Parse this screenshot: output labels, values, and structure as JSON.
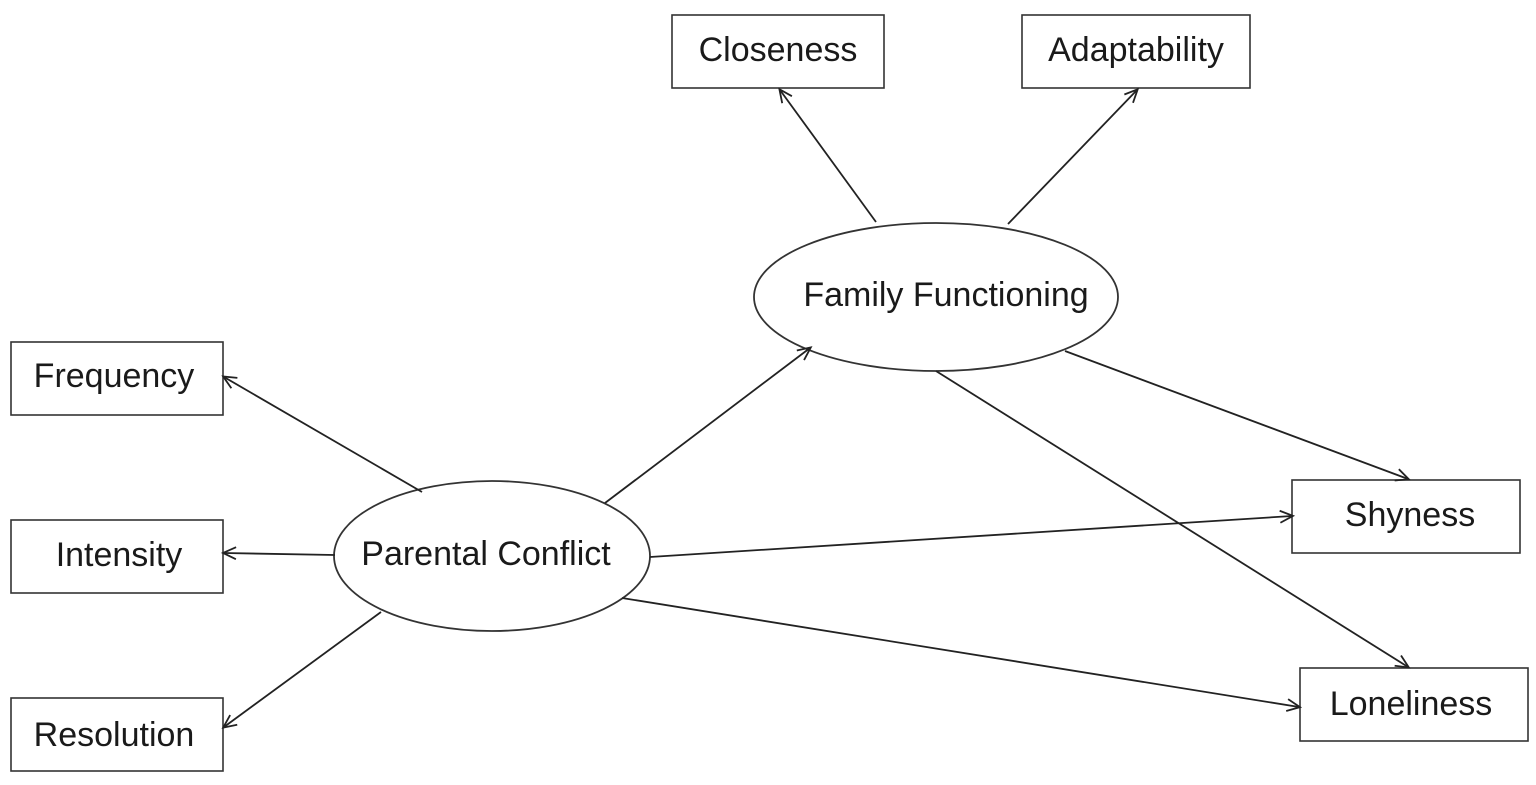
{
  "latent": {
    "parental_conflict": "Parental Conflict",
    "family_functioning": "Family Functioning"
  },
  "indicators": {
    "closeness": "Closeness",
    "adaptability": "Adaptability",
    "frequency": "Frequency",
    "intensity": "Intensity",
    "resolution": "Resolution"
  },
  "outcomes": {
    "shyness": "Shyness",
    "loneliness": "Loneliness"
  },
  "colors": {
    "stroke": "#333333",
    "text": "#1a1a1a",
    "background": "#ffffff"
  }
}
